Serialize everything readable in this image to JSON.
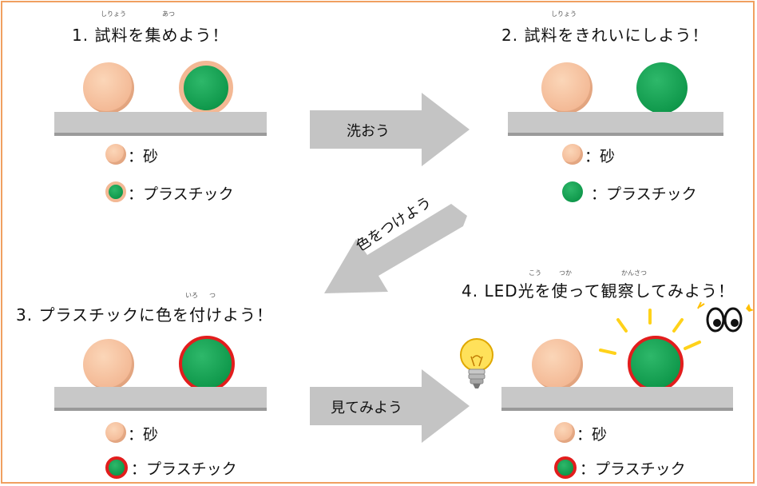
{
  "panel1": {
    "title": "1. 試料を集めよう！",
    "ruby1": "しりょう",
    "ruby2": "あつ"
  },
  "panel2": {
    "title": "2. 試料をきれいにしよう！",
    "ruby1": "しりょう"
  },
  "panel3": {
    "title": "3. プラスチックに色を付けよう！",
    "ruby1": "いろ",
    "ruby2": "つ"
  },
  "panel4": {
    "title": "4. LED光を使って観察してみよう！",
    "ruby1": "こう",
    "ruby2": "つか",
    "ruby3": "かんさつ"
  },
  "legend": {
    "sand": "：砂",
    "plastic": "：プラスチック"
  },
  "arrows": {
    "wash": "洗おう",
    "color": "色をつけよう",
    "look": "見てみよう"
  },
  "colors": {
    "sand": "#f3b894",
    "plastic": "#10994c",
    "outline_red": "#e21d1d",
    "bar": "#c8c8c8",
    "arrow": "#c4c4c4",
    "frame": "#f0a060",
    "light_rays": "#ffd21a"
  },
  "icons": {
    "bulb": "light-bulb-icon",
    "eyes": "eyes-icon"
  }
}
